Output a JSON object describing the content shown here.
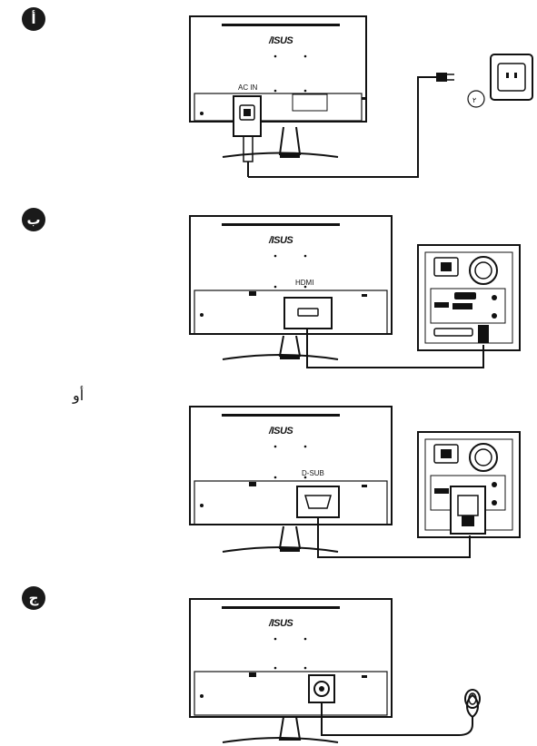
{
  "steps": [
    {
      "badge": "أ",
      "port_label": "AC IN",
      "callout": "٢"
    },
    {
      "badge": "ب",
      "port_label": "HDMI"
    },
    {
      "badge": "ج"
    }
  ],
  "or_text": "أو",
  "vga_label": "D-SUB",
  "brand": "/ISUS"
}
